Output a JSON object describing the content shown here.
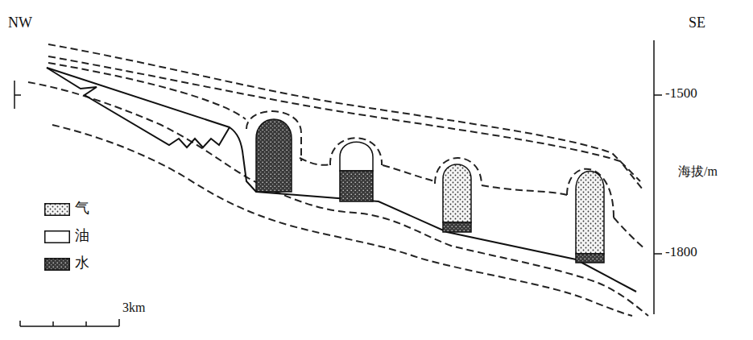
{
  "diagram": {
    "labels": [
      "NW",
      "SE",
      "-1500",
      "海拔/m",
      "-1800",
      "3km"
    ],
    "legend": [
      {
        "text": "气"
      },
      {
        "text": "油",
        "color": "#ffffff"
      },
      {
        "text": "水"
      }
    ]
  }
}
